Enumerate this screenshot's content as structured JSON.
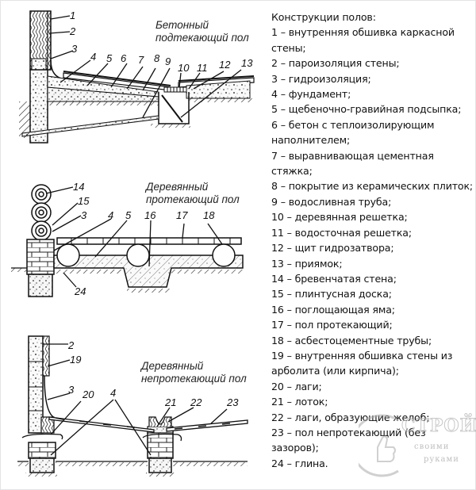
{
  "diagrams": [
    {
      "caption_line1": "Бетонный",
      "caption_line2": "подтекающий пол",
      "callouts": [
        "1",
        "2",
        "3",
        "4",
        "5",
        "6",
        "7",
        "8",
        "9",
        "10",
        "11",
        "12",
        "13"
      ]
    },
    {
      "caption_line1": "Деревянный",
      "caption_line2": "протекающий пол",
      "callouts": [
        "14",
        "15",
        "3",
        "4",
        "5",
        "16",
        "17",
        "18",
        "24"
      ]
    },
    {
      "caption_line1": "Деревянный",
      "caption_line2": "непротекающий пол",
      "callouts": [
        "2",
        "19",
        "3",
        "20",
        "4",
        "21",
        "22",
        "23"
      ]
    }
  ],
  "legend": {
    "title": "Конструкции полов:",
    "items": [
      "1 – внутренняя обшивка каркасной стены;",
      "2 – пароизоляция стены;",
      "3 – гидроизоляция;",
      "4 – фундамент;",
      "5 – щебеночно-гравийная подсыпка;",
      "6 – бетон с теплоизолирующим наполнителем;",
      "7 – выравнивающая цементная стяжка;",
      "8 – покрытие из керамических плиток;",
      "9 – водосливная труба;",
      "10 – деревянная решетка;",
      "11 – водосточная решетка;",
      "12 – щит гидрозатвора;",
      "13 – приямок;",
      "14 – бревенчатая стена;",
      "15 – плинтусная доска;",
      "16 – поглощающая яма;",
      "17 – пол протекающий;",
      "18 – асбестоцементные трубы;",
      "19 – внутренняя обшивка стены из арболита (или кирпича);",
      "20 – лаги;",
      "21 – лоток;",
      "22 – лаги, образующие желоб;",
      "23 – пол непротекающий (без зазоров);",
      "24 – глина."
    ]
  },
  "watermark": {
    "brand": "СТРОЙ",
    "line2": "своими",
    "line3": "руками"
  }
}
